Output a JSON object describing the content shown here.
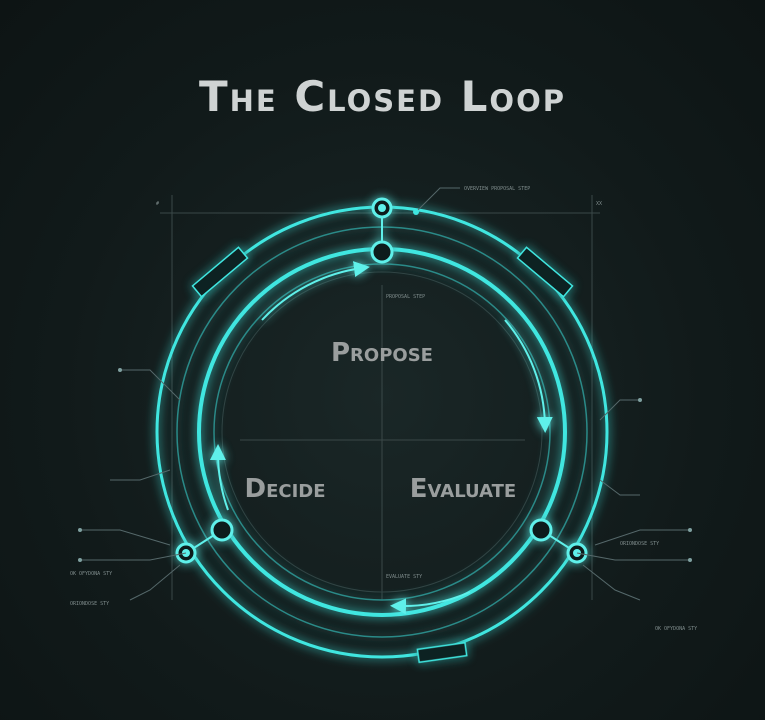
{
  "title": "The Closed Loop",
  "stages": {
    "propose": "Propose",
    "decide": "Decide",
    "evaluate": "Evaluate"
  },
  "annotations": {
    "top_right": "OVERVIEW PROPOSAL STEP",
    "corner_left": "#",
    "corner_right": "XX",
    "left_1": "OK OFYDONA STY",
    "left_2": "ORIONDOSE STY",
    "right_1": "OK OFYDONA STY",
    "right_2": "ORIONDOSE STY",
    "center_top": "PROPOSAL STEP",
    "center_bottom": "EVALUATE STY"
  },
  "colors": {
    "accent": "#3fe6e0",
    "glow": "#1fb8b4",
    "text": "#9a9e9e",
    "line": "#4c5e5e"
  }
}
